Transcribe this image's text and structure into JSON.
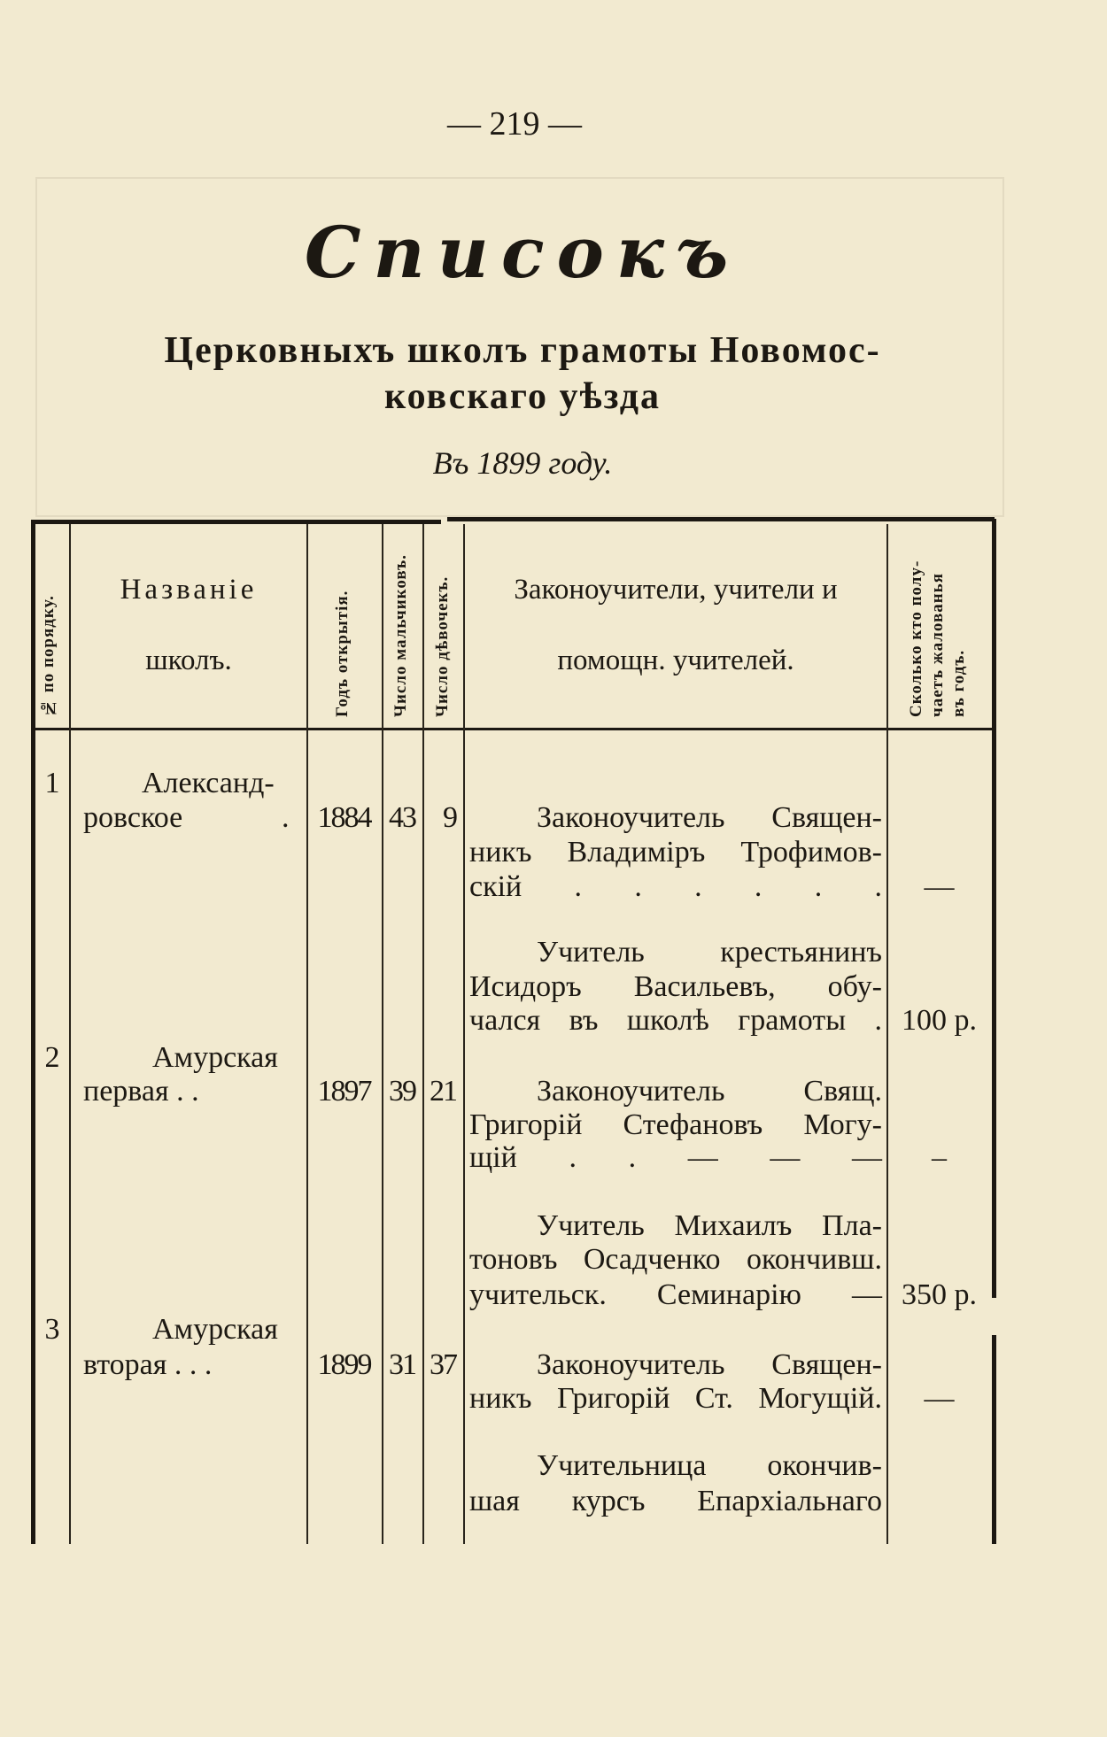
{
  "page_number": "— 219 —",
  "title": "Списокъ",
  "subtitle_lines": [
    "Церковныхъ школъ грамоты Новомос-",
    "ковскаго уѣзда"
  ],
  "year_line": "Въ 1899 году.",
  "headers": {
    "number": "№ по порядку.",
    "name": [
      "Названіе",
      "школъ."
    ],
    "year": "Годъ открытія.",
    "boys": "Число мальчиковъ.",
    "girls": "Число дѣвочекъ.",
    "staff": [
      "Законоучители, учители и",
      "помощн. учителей."
    ],
    "salary": [
      "Сколько кто полу-",
      "чаетъ жалованья",
      "въ годъ."
    ]
  },
  "rows": [
    {
      "number": "1",
      "name_lines": [
        "Александ-",
        "ровское",
        "."
      ],
      "year": "1884",
      "boys": "43",
      "girls": "9",
      "staff": [
        {
          "lines": [
            "Законоучитель Священ-",
            "никъ Владиміръ Трофимов-",
            "скій . . . . . ."
          ],
          "salary": "—"
        },
        {
          "lines": [
            "Учитель крестьянинъ",
            "Исидоръ Васильевъ, обу-",
            "чался въ школѣ грамоты ."
          ],
          "salary": "100 р."
        }
      ]
    },
    {
      "number": "2",
      "name_lines": [
        "Амурская",
        "первая . ."
      ],
      "year": "1897",
      "boys": "39",
      "girls": "21",
      "staff": [
        {
          "lines": [
            "Законоучитель Свящ.",
            "Григорій Стефановъ Могу-",
            "щій . . — — —"
          ],
          "salary": "–"
        },
        {
          "lines": [
            "Учитель Михаилъ Пла-",
            "тоновъ Осадченко окончивш.",
            "учительск. Семинарію —"
          ],
          "salary": "350 р."
        }
      ]
    },
    {
      "number": "3",
      "name_lines": [
        "Амурская",
        "вторая . . ."
      ],
      "year": "1899",
      "boys": "31",
      "girls": "37",
      "staff": [
        {
          "lines": [
            "Законоучитель Священ-",
            "никъ Григорій Ст. Могущій."
          ],
          "salary": "—"
        },
        {
          "lines": [
            "Учительница окончив-",
            "шая курсъ Епархіальнаго"
          ],
          "salary": ""
        }
      ]
    }
  ]
}
